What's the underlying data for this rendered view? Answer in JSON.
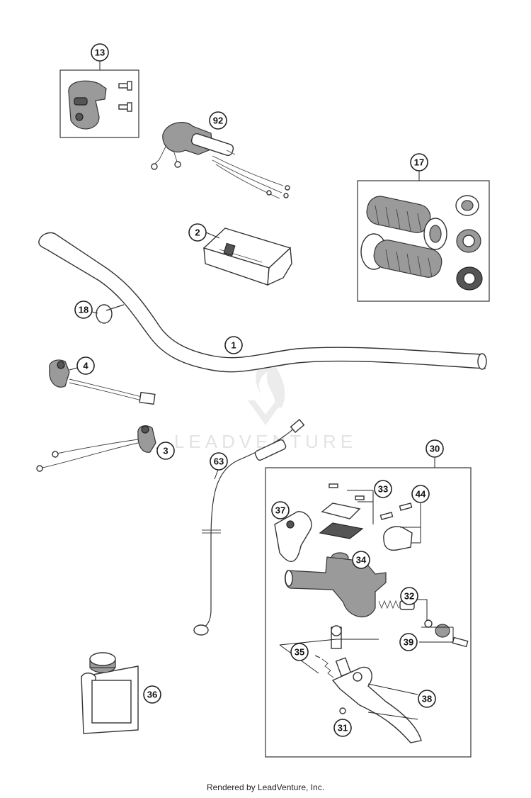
{
  "watermark": {
    "text": "LEADVENTURE"
  },
  "callouts": [
    {
      "label": "13"
    },
    {
      "label": "92"
    },
    {
      "label": "17"
    },
    {
      "label": "2"
    },
    {
      "label": "18"
    },
    {
      "label": "1"
    },
    {
      "label": "4"
    },
    {
      "label": "3"
    },
    {
      "label": "63"
    },
    {
      "label": "30"
    },
    {
      "label": "33"
    },
    {
      "label": "44"
    },
    {
      "label": "37"
    },
    {
      "label": "34"
    },
    {
      "label": "32"
    },
    {
      "label": "39"
    },
    {
      "label": "35"
    },
    {
      "label": "38"
    },
    {
      "label": "31"
    },
    {
      "label": "36"
    }
  ],
  "footer": {
    "text": "Rendered by LeadVenture, Inc."
  }
}
